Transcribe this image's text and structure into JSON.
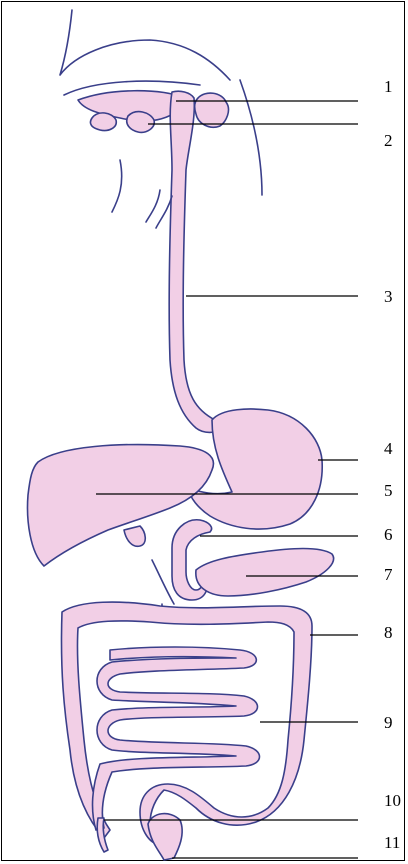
{
  "labels": [
    "1",
    "2",
    "3",
    "4",
    "5",
    "6",
    "7",
    "8",
    "9",
    "10",
    "11"
  ],
  "colors": {
    "organ_fill": "#f2cfe6",
    "outline": "#3a3f8a",
    "line": "#000000"
  }
}
